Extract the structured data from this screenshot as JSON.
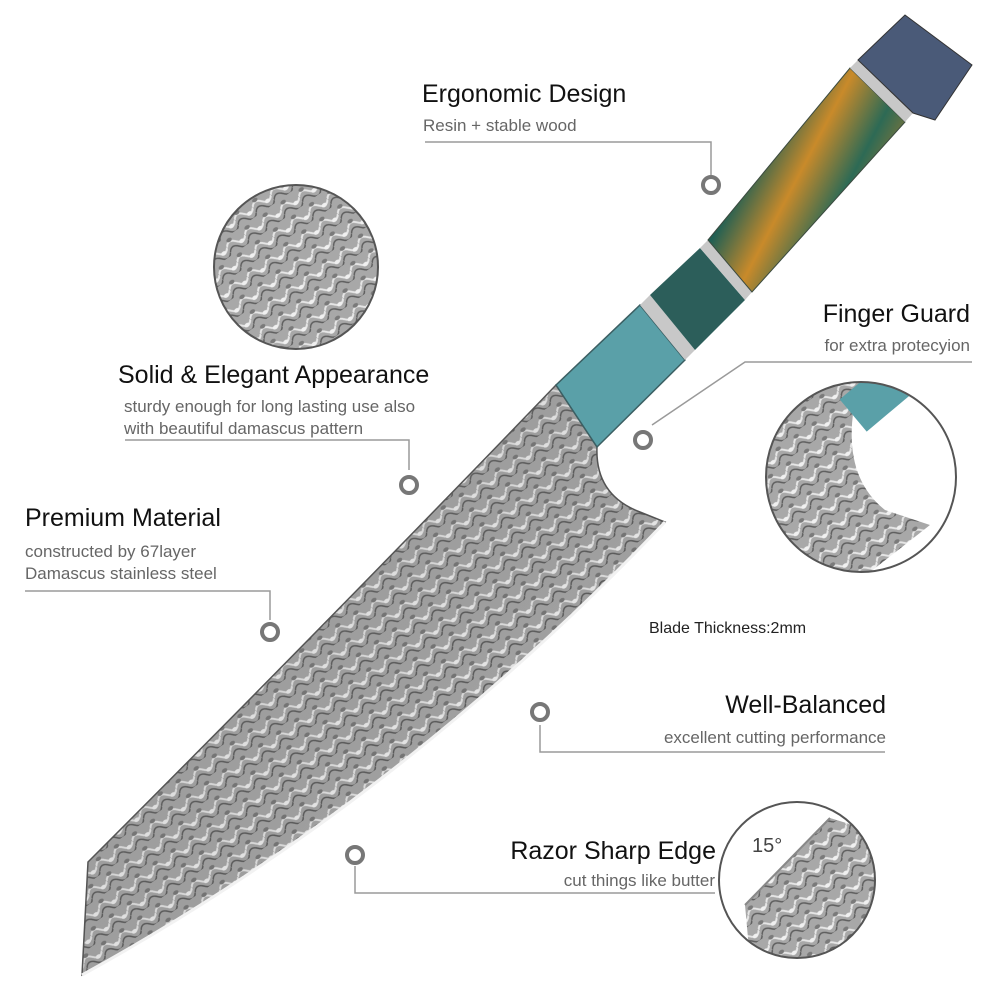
{
  "features": {
    "ergonomic": {
      "title": "Ergonomic Design",
      "sub": "Resin + stable wood"
    },
    "finger_guard": {
      "title": "Finger Guard",
      "sub": "for extra protecyion"
    },
    "appearance": {
      "title": "Solid & Elegant Appearance",
      "sub1": "sturdy enough for long lasting use also",
      "sub2": "with beautiful damascus pattern"
    },
    "material": {
      "title": "Premium Material",
      "sub1": "constructed by 67layer",
      "sub2": "Damascus stainless steel"
    },
    "balanced": {
      "title": "Well-Balanced",
      "sub": "excellent cutting performance"
    },
    "edge": {
      "title": "Razor Sharp Edge",
      "sub": "cut things like butter"
    }
  },
  "blade_thickness": "Blade Thickness:2mm",
  "edge_angle": "15°",
  "colors": {
    "leader_line": "#9a9a9a",
    "marker_ring": "#777777",
    "blade_light": "#d9d9d9",
    "blade_dark": "#6f6f6f",
    "handle_teal": "#2f6f73",
    "handle_orange": "#c98a2a",
    "bolster_silver": "#c8c8c8"
  }
}
